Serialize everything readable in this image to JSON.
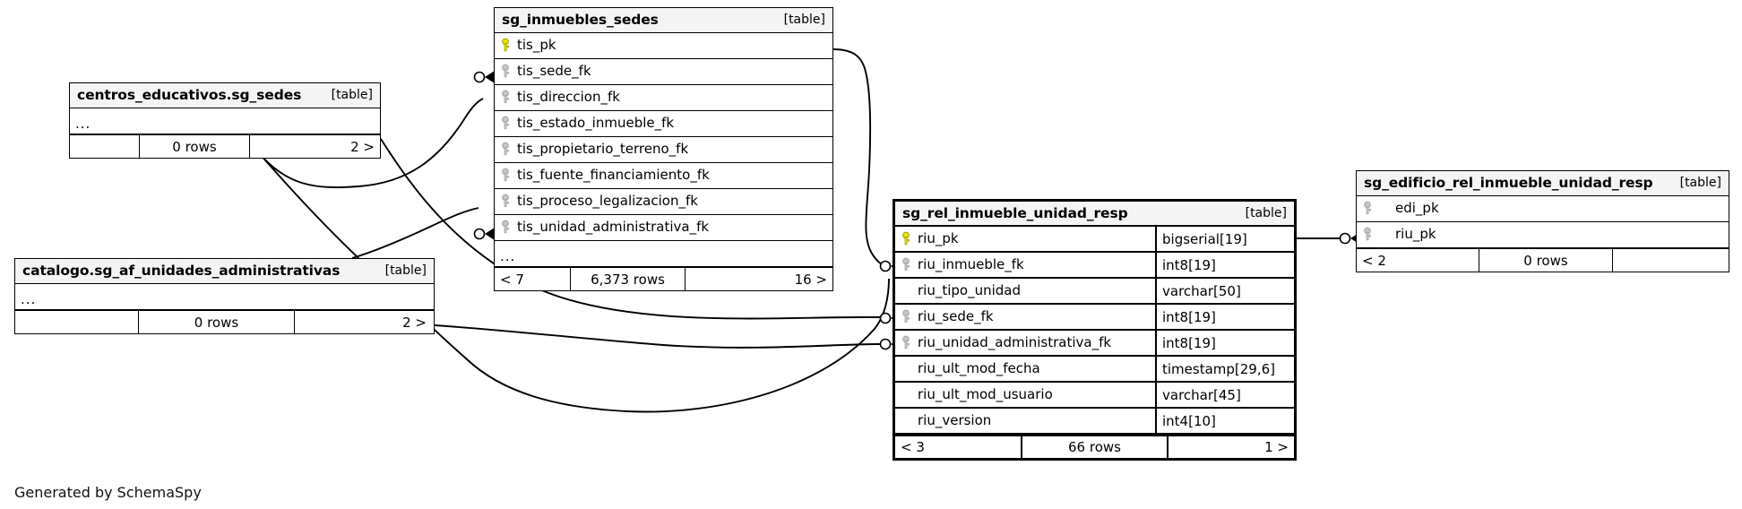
{
  "diagram": {
    "title": "sg_rel_inmueble_unidad_resp relationships",
    "caption": "Generated by SchemaSpy",
    "table_tag": "[table]",
    "ellipsis": "...",
    "colors": {
      "pk_key": "#e8e400",
      "fk_key": "#b3b3b3",
      "header_bg": "#f4f4f4",
      "border": "#000000",
      "background": "#ffffff"
    }
  },
  "tables": [
    {
      "id": "sg_inmuebles_sedes",
      "name": "sg_inmuebles_sedes",
      "tag": "[table]",
      "columns": [
        {
          "name": "tis_pk",
          "key": "pk",
          "type": ""
        },
        {
          "name": "tis_sede_fk",
          "key": "fk",
          "type": ""
        },
        {
          "name": "tis_direccion_fk",
          "key": "fk",
          "type": ""
        },
        {
          "name": "tis_estado_inmueble_fk",
          "key": "fk",
          "type": ""
        },
        {
          "name": "tis_propietario_terreno_fk",
          "key": "fk",
          "type": ""
        },
        {
          "name": "tis_fuente_financiamiento_fk",
          "key": "fk",
          "type": ""
        },
        {
          "name": "tis_proceso_legalizacion_fk",
          "key": "fk",
          "type": ""
        },
        {
          "name": "tis_unidad_administrativa_fk",
          "key": "fk",
          "type": ""
        }
      ],
      "has_ellipsis_row": true,
      "footer": {
        "left": "< 7",
        "middle": "6,373 rows",
        "right": "16 >"
      }
    },
    {
      "id": "centros_educativos_sg_sedes",
      "name": "centros_educativos.sg_sedes",
      "tag": "[table]",
      "columns": [],
      "has_ellipsis_row": true,
      "footer": {
        "left": "",
        "middle": "0 rows",
        "right": "2 >"
      }
    },
    {
      "id": "catalogo_sg_af_unidades_administrativas",
      "name": "catalogo.sg_af_unidades_administrativas",
      "tag": "[table]",
      "columns": [],
      "has_ellipsis_row": true,
      "footer": {
        "left": "",
        "middle": "0 rows",
        "right": "2 >"
      }
    },
    {
      "id": "sg_rel_inmueble_unidad_resp",
      "name": "sg_rel_inmueble_unidad_resp",
      "tag": "[table]",
      "emphasized": true,
      "columns": [
        {
          "name": "riu_pk",
          "key": "pk",
          "type": "bigserial[19]"
        },
        {
          "name": "riu_inmueble_fk",
          "key": "fk",
          "type": "int8[19]"
        },
        {
          "name": "riu_tipo_unidad",
          "key": "",
          "type": "varchar[50]"
        },
        {
          "name": "riu_sede_fk",
          "key": "fk",
          "type": "int8[19]"
        },
        {
          "name": "riu_unidad_administrativa_fk",
          "key": "fk",
          "type": "int8[19]"
        },
        {
          "name": "riu_ult_mod_fecha",
          "key": "",
          "type": "timestamp[29,6]"
        },
        {
          "name": "riu_ult_mod_usuario",
          "key": "",
          "type": "varchar[45]"
        },
        {
          "name": "riu_version",
          "key": "",
          "type": "int4[10]"
        }
      ],
      "has_ellipsis_row": false,
      "footer": {
        "left": "< 3",
        "middle": "66 rows",
        "right": "1 >"
      }
    },
    {
      "id": "sg_edificio_rel_inmueble_unidad_resp",
      "name": "sg_edificio_rel_inmueble_unidad_resp",
      "tag": "[table]",
      "columns": [
        {
          "name": "edi_pk",
          "key": "fk",
          "type": ""
        },
        {
          "name": "riu_pk",
          "key": "fk",
          "type": ""
        }
      ],
      "has_ellipsis_row": false,
      "footer": {
        "left": "< 2",
        "middle": "0 rows",
        "right": ""
      }
    }
  ],
  "relationships": [
    {
      "from": "centros_educativos.sg_sedes",
      "to": "sg_inmuebles_sedes.tis_sede_fk"
    },
    {
      "from": "catalogo.sg_af_unidades_administrativas",
      "to": "sg_inmuebles_sedes.tis_unidad_administrativa_fk"
    },
    {
      "from": "sg_inmuebles_sedes.tis_pk",
      "to": "sg_rel_inmueble_unidad_resp.riu_inmueble_fk"
    },
    {
      "from": "centros_educativos.sg_sedes",
      "to": "sg_rel_inmueble_unidad_resp.riu_sede_fk"
    },
    {
      "from": "catalogo.sg_af_unidades_administrativas",
      "to": "sg_rel_inmueble_unidad_resp.riu_unidad_administrativa_fk"
    },
    {
      "from": "sg_rel_inmueble_unidad_resp.riu_pk",
      "to": "sg_edificio_rel_inmueble_unidad_resp.riu_pk"
    }
  ]
}
